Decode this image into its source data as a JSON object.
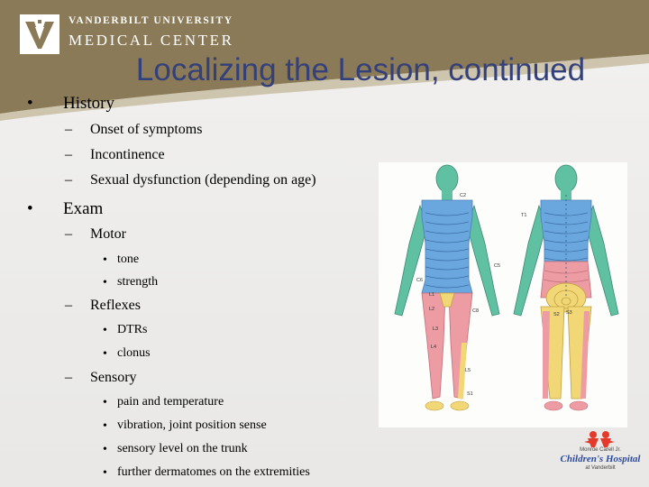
{
  "header": {
    "logo_line1": "VANDERBILT UNIVERSITY",
    "logo_line2": "MEDICAL CENTER",
    "band_color": "#8a7a57",
    "accent_color": "#b3a27a"
  },
  "slide": {
    "title": "Localizing the Lesion, continued",
    "title_color": "#34407a"
  },
  "bullets": [
    {
      "level": 1,
      "marker": "•",
      "text": "History"
    },
    {
      "level": 2,
      "marker": "–",
      "text": "Onset of symptoms"
    },
    {
      "level": 2,
      "marker": "–",
      "text": "Incontinence"
    },
    {
      "level": 2,
      "marker": "–",
      "text": "Sexual dysfunction (depending on age)"
    },
    {
      "level": 1,
      "marker": "•",
      "text": "Exam"
    },
    {
      "level": 2,
      "marker": "–",
      "text": "Motor"
    },
    {
      "level": 3,
      "marker": "•",
      "text": "tone"
    },
    {
      "level": 3,
      "marker": "•",
      "text": "strength"
    },
    {
      "level": 2,
      "marker": "–",
      "text": "Reflexes"
    },
    {
      "level": 3,
      "marker": "•",
      "text": "DTRs"
    },
    {
      "level": 3,
      "marker": "•",
      "text": "clonus"
    },
    {
      "level": 2,
      "marker": "–",
      "text": "Sensory"
    },
    {
      "level": 3,
      "marker": "•",
      "text": "pain and temperature"
    },
    {
      "level": 3,
      "marker": "•",
      "text": "vibration, joint position sense"
    },
    {
      "level": 3,
      "marker": "•",
      "text": "sensory level on the trunk"
    },
    {
      "level": 3,
      "marker": "•",
      "text": "further dermatomes on the extremities"
    }
  ],
  "dermatome_figure": {
    "labels": [
      "C2",
      "C5",
      "C6",
      "C8",
      "L1",
      "L2",
      "L3",
      "L4",
      "L5",
      "S1",
      "T1",
      "S2",
      "S3"
    ],
    "colors": {
      "cervical": "#5fc0a2",
      "thoracic": "#6aa7de",
      "lumbar": "#ee9ca4",
      "sacral": "#f2d776"
    }
  },
  "childrens_logo": {
    "line1": "Monroe Carell Jr.",
    "line2": "Children's Hospital",
    "line3": "at Vanderbilt"
  }
}
